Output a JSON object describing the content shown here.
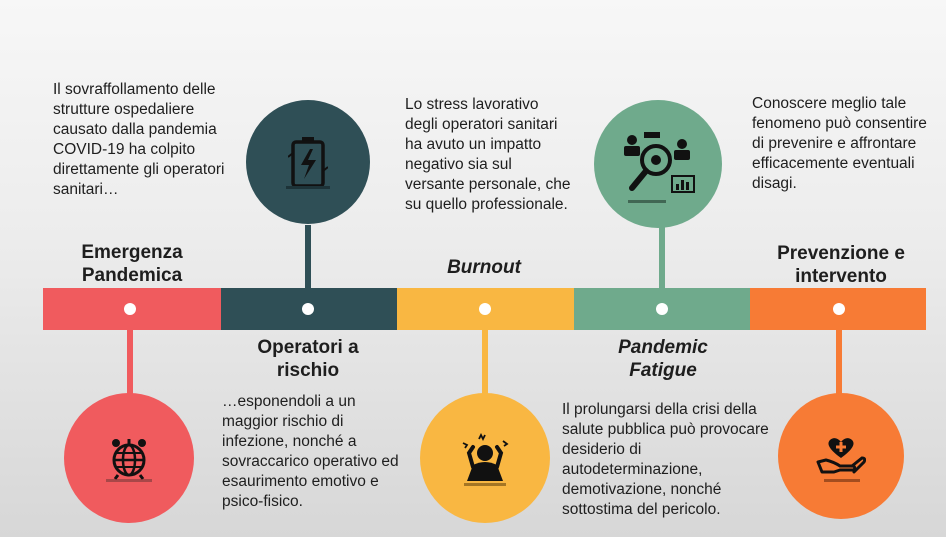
{
  "colors": {
    "coral": "#f05b5e",
    "teal_dark": "#2f4f56",
    "yellow": "#f9b742",
    "sage": "#6faa8c",
    "orange": "#f77b35"
  },
  "stages": [
    {
      "title": "Emergenza Pandemica",
      "text": "Il sovraffollamento delle strutture ospedaliere causato dalla pandemia COVID-19 ha colpito direttamente gli operatori sanitari…",
      "icon": "globe-alarm-icon"
    },
    {
      "title": "Operatori a rischio",
      "text": "…esponendoli a un maggior rischio di infezione, nonché a sovraccarico operativo ed esaurimento emotivo e psico-fisico.",
      "icon": "low-battery-icon"
    },
    {
      "title": "Burnout",
      "text": "Lo stress lavorativo degli operatori sanitari ha avuto un impatto negativo sia sul versante personale, che su quello professionale.",
      "icon": "stressed-person-icon"
    },
    {
      "title": "Pandemic Fatigue",
      "text": "Il prolungarsi della crisi della salute pubblica può provocare desiderio di autodeterminazione, demotivazione, nonché sottostima del pericolo.",
      "icon": "analysis-magnifier-icon"
    },
    {
      "title": "Prevenzione e intervento",
      "text": "Conoscere meglio tale fenomeno può consentire di prevenire e affrontare efficacemente eventuali disagi.",
      "icon": "heart-hand-icon"
    }
  ]
}
